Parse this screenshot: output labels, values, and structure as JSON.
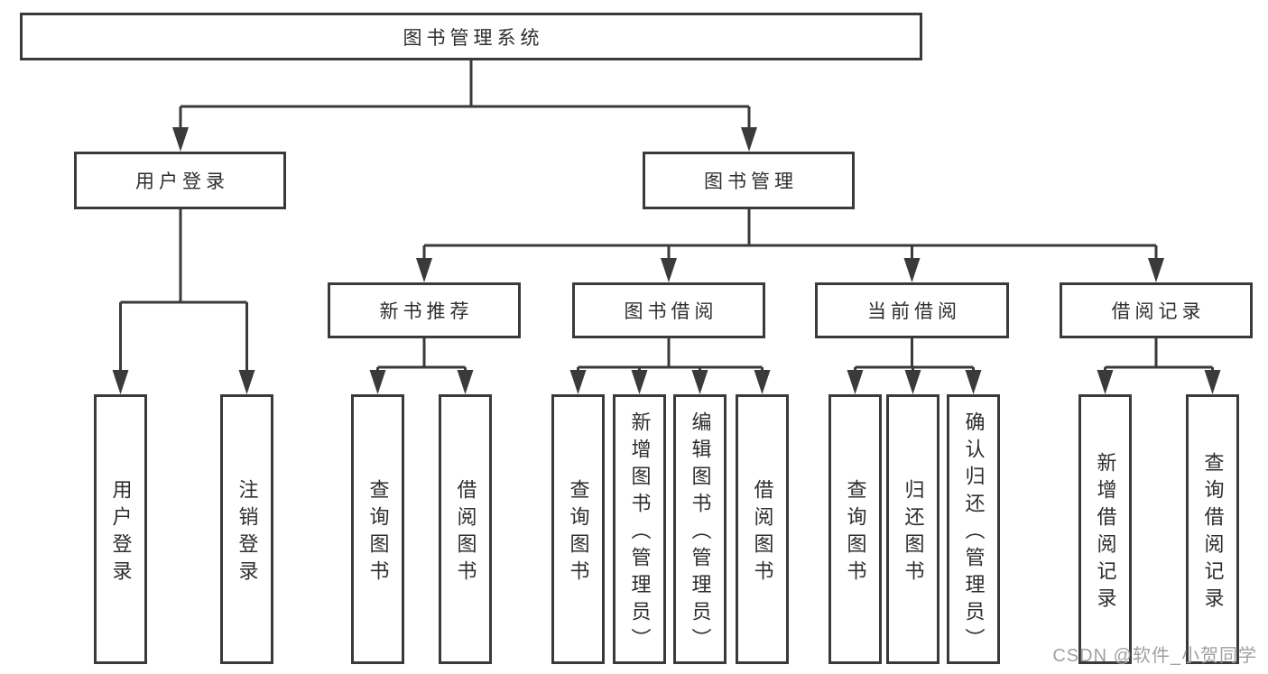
{
  "tree": {
    "label": "图书管理系统",
    "children": [
      {
        "label": "用户登录",
        "children": [
          {
            "label": "用户登录"
          },
          {
            "label": "注销登录"
          }
        ]
      },
      {
        "label": "图书管理",
        "children": [
          {
            "label": "新书推荐",
            "children": [
              {
                "label": "查询图书"
              },
              {
                "label": "借阅图书"
              }
            ]
          },
          {
            "label": "图书借阅",
            "children": [
              {
                "label": "查询图书"
              },
              {
                "label": "新增图书（管理员）"
              },
              {
                "label": "编辑图书（管理员）"
              },
              {
                "label": "借阅图书"
              }
            ]
          },
          {
            "label": "当前借阅",
            "children": [
              {
                "label": "查询图书"
              },
              {
                "label": "归还图书"
              },
              {
                "label": "确认归还（管理员）"
              }
            ]
          },
          {
            "label": "借阅记录",
            "children": [
              {
                "label": "新增借阅记录"
              },
              {
                "label": "查询借阅记录"
              }
            ]
          }
        ]
      }
    ]
  },
  "watermark": "CSDN @软件_小贺同学",
  "colors": {
    "line": "#3a3a3a",
    "box_border": "#3a3a3a",
    "text": "#2e2e2e",
    "watermark": "#a0a0a0",
    "background": "#ffffff"
  }
}
